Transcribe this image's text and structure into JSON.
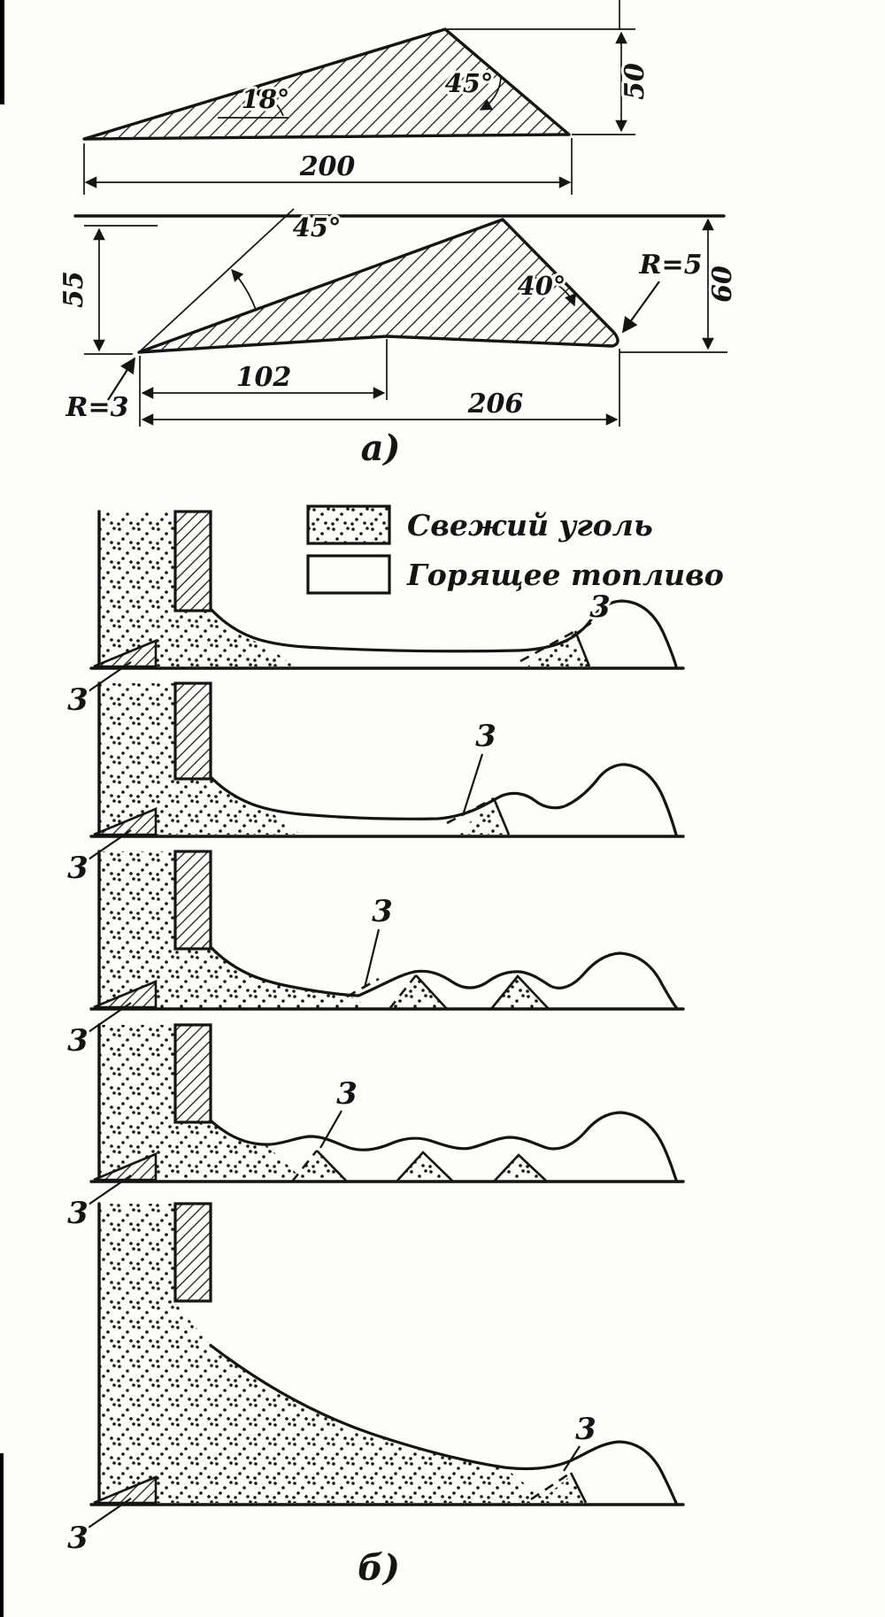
{
  "figure": {
    "caption_a": "а)",
    "caption_b": "б)"
  },
  "part_a": {
    "profile_top": {
      "angle_slope": "18°",
      "angle_tip": "45°",
      "dim_length": "200",
      "dim_height": "50"
    },
    "profile_bottom": {
      "angle_left": "45°",
      "angle_right": "40°",
      "radius_tip": "R=5",
      "radius_heel": "R=3",
      "dim_height_left": "55",
      "dim_height_right": "60",
      "dim_length_inner": "102",
      "dim_length_full": "206"
    }
  },
  "part_b": {
    "legend": {
      "fresh_coal": "Свежий уголь",
      "burning_fuel": "Горящее топливо"
    },
    "stages": [
      {
        "bed_marker": "3",
        "feed_marker": "3"
      },
      {
        "bed_marker": "3",
        "feed_marker": "3"
      },
      {
        "bed_marker": "3",
        "feed_marker": "3"
      },
      {
        "bed_marker": "3",
        "feed_marker": "3"
      },
      {
        "bed_marker": "3",
        "feed_marker": "3"
      }
    ]
  }
}
